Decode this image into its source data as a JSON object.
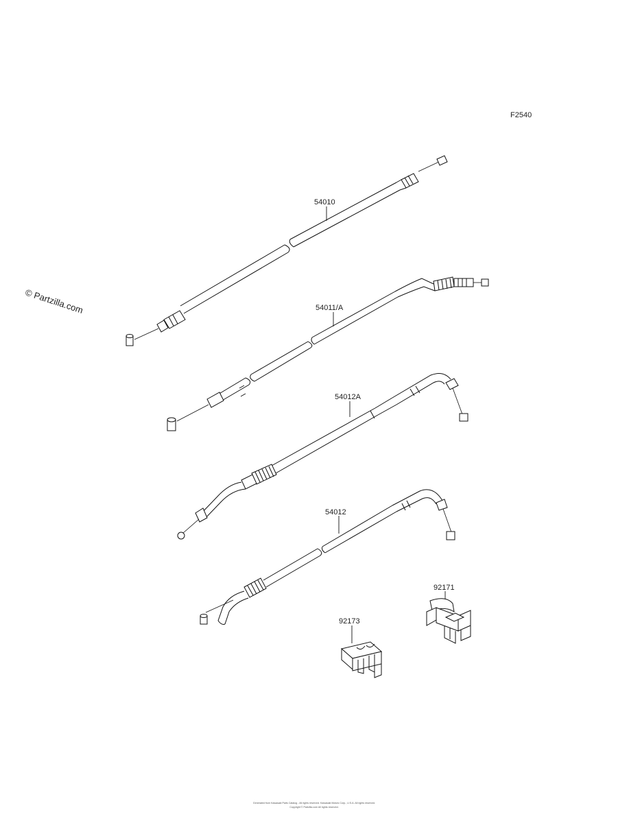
{
  "diagram": {
    "ref_code": "F2540",
    "watermark": "© Partzilla.com",
    "parts": [
      {
        "id": "cable-54010",
        "label": "54010"
      },
      {
        "id": "cable-54011",
        "label": "54011/A"
      },
      {
        "id": "cable-54012a",
        "label": "54012A"
      },
      {
        "id": "cable-54012",
        "label": "54012"
      },
      {
        "id": "clamp-92171",
        "label": "92171"
      },
      {
        "id": "clamp-92173",
        "label": "92173"
      }
    ],
    "footer": {
      "line1": "Generated from Kawasaki Parts Catalog - All rights reserved. Kawasaki Motors Corp., U.S.A. All rights reserved.",
      "line2": "Copyright © Partzilla.com All rights reserved."
    }
  }
}
